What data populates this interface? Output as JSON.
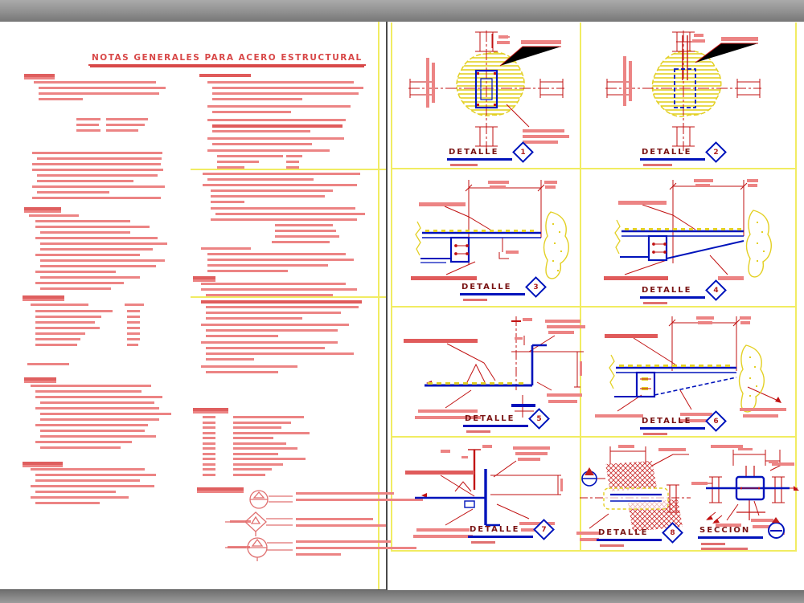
{
  "left_page": {
    "title": "NOTAS GENERALES PARA ACERO ESTRUCTURAL",
    "headings": [
      [
        92,
        30,
        38
      ],
      [
        258,
        30,
        46
      ],
      [
        368,
        28,
        52
      ],
      [
        470,
        30,
        40
      ],
      [
        575,
        28,
        50
      ],
      [
        344,
        240,
        28
      ],
      [
        508,
        240,
        44
      ],
      [
        607,
        245,
        58
      ]
    ],
    "lines": [
      [
        101,
        42,
        152
      ],
      [
        108,
        48,
        158
      ],
      [
        115,
        48,
        150
      ],
      [
        122,
        48,
        55
      ],
      [
        147,
        95,
        30
      ],
      [
        147,
        132,
        52
      ],
      [
        154,
        95,
        28
      ],
      [
        154,
        132,
        48
      ],
      [
        161,
        95,
        30
      ],
      [
        161,
        132,
        40
      ],
      [
        189,
        40,
        162
      ],
      [
        196,
        46,
        155
      ],
      [
        203,
        40,
        160
      ],
      [
        210,
        40,
        163
      ],
      [
        217,
        46,
        150
      ],
      [
        224,
        46,
        120
      ],
      [
        231,
        40,
        165
      ],
      [
        238,
        46,
        90
      ],
      [
        245,
        40,
        160
      ],
      [
        267,
        36,
        62
      ],
      [
        274,
        44,
        118
      ],
      [
        281,
        44,
        142
      ],
      [
        288,
        50,
        112
      ],
      [
        295,
        44,
        152
      ],
      [
        302,
        50,
        158
      ],
      [
        309,
        50,
        140
      ],
      [
        316,
        44,
        130
      ],
      [
        323,
        50,
        155
      ],
      [
        330,
        50,
        144
      ],
      [
        337,
        44,
        100
      ],
      [
        344,
        50,
        124
      ],
      [
        351,
        44,
        110
      ],
      [
        358,
        50,
        88
      ],
      [
        378,
        38,
        72
      ],
      [
        378,
        155,
        24
      ],
      [
        386,
        44,
        96
      ],
      [
        386,
        158,
        16
      ],
      [
        393,
        44,
        82
      ],
      [
        393,
        158,
        16
      ],
      [
        400,
        44,
        74
      ],
      [
        400,
        158,
        16
      ],
      [
        407,
        44,
        80
      ],
      [
        407,
        158,
        16
      ],
      [
        414,
        44,
        62
      ],
      [
        414,
        158,
        16
      ],
      [
        421,
        44,
        56
      ],
      [
        421,
        158,
        16
      ],
      [
        428,
        44,
        52
      ],
      [
        428,
        158,
        14
      ],
      [
        452,
        34,
        52
      ],
      [
        479,
        38,
        150
      ],
      [
        486,
        44,
        132
      ],
      [
        493,
        44,
        158
      ],
      [
        500,
        50,
        142
      ],
      [
        507,
        44,
        154
      ],
      [
        514,
        50,
        163
      ],
      [
        521,
        50,
        148
      ],
      [
        528,
        44,
        140
      ],
      [
        535,
        50,
        130
      ],
      [
        542,
        50,
        144
      ],
      [
        549,
        44,
        120
      ],
      [
        556,
        50,
        100
      ],
      [
        583,
        38,
        142
      ],
      [
        590,
        44,
        150
      ],
      [
        597,
        44,
        130
      ],
      [
        604,
        38,
        154
      ],
      [
        611,
        44,
        100
      ],
      [
        618,
        38,
        122
      ],
      [
        625,
        44,
        80
      ],
      [
        92,
        248,
        64,
        1
      ],
      [
        101,
        258,
        182
      ],
      [
        108,
        264,
        188
      ],
      [
        115,
        264,
        182
      ],
      [
        122,
        264,
        112
      ],
      [
        131,
        258,
        178
      ],
      [
        138,
        264,
        98
      ],
      [
        148,
        258,
        172
      ],
      [
        155,
        264,
        162,
        1
      ],
      [
        162,
        264,
        122
      ],
      [
        171,
        258,
        170
      ],
      [
        178,
        264,
        124
      ],
      [
        186,
        258,
        152
      ],
      [
        193,
        270,
        82
      ],
      [
        193,
        356,
        20
      ],
      [
        200,
        270,
        52
      ],
      [
        200,
        356,
        16
      ],
      [
        207,
        270,
        34
      ],
      [
        207,
        356,
        16
      ],
      [
        215,
        252,
        196
      ],
      [
        222,
        258,
        132
      ],
      [
        229,
        252,
        192
      ],
      [
        236,
        262,
        152
      ],
      [
        243,
        262,
        142
      ],
      [
        250,
        262,
        42
      ],
      [
        258,
        262,
        180
      ],
      [
        265,
        268,
        186
      ],
      [
        272,
        262,
        182
      ],
      [
        279,
        342,
        72
      ],
      [
        286,
        342,
        76
      ],
      [
        293,
        342,
        80
      ],
      [
        300,
        338,
        72
      ],
      [
        308,
        250,
        62
      ],
      [
        315,
        258,
        172
      ],
      [
        322,
        258,
        182
      ],
      [
        329,
        258,
        150
      ],
      [
        336,
        258,
        100
      ],
      [
        352,
        250,
        180
      ],
      [
        359,
        250,
        194
      ],
      [
        366,
        256,
        158
      ],
      [
        374,
        250,
        200,
        1
      ],
      [
        381,
        256,
        190
      ],
      [
        388,
        256,
        168
      ],
      [
        395,
        256,
        120
      ],
      [
        403,
        250,
        184
      ],
      [
        410,
        256,
        164
      ],
      [
        417,
        256,
        90
      ],
      [
        425,
        250,
        170
      ],
      [
        432,
        256,
        148
      ],
      [
        439,
        256,
        184
      ],
      [
        446,
        256,
        60
      ],
      [
        455,
        250,
        120
      ],
      [
        462,
        256,
        90
      ],
      [
        518,
        252,
        16
      ],
      [
        518,
        290,
        88
      ],
      [
        525,
        252,
        16
      ],
      [
        525,
        290,
        72
      ],
      [
        531,
        252,
        16
      ],
      [
        531,
        290,
        60
      ],
      [
        538,
        252,
        16
      ],
      [
        538,
        290,
        95
      ],
      [
        544,
        252,
        16
      ],
      [
        544,
        290,
        50
      ],
      [
        551,
        252,
        16
      ],
      [
        551,
        290,
        66
      ],
      [
        557,
        252,
        16
      ],
      [
        557,
        290,
        80
      ],
      [
        564,
        252,
        16
      ],
      [
        564,
        290,
        56
      ],
      [
        570,
        252,
        16
      ],
      [
        570,
        290,
        90
      ],
      [
        577,
        252,
        16
      ],
      [
        577,
        290,
        62
      ],
      [
        583,
        252,
        16
      ],
      [
        583,
        290,
        48
      ],
      [
        590,
        252,
        16
      ],
      [
        590,
        290,
        40
      ],
      [
        613,
        368,
        122
      ],
      [
        621,
        368,
        158
      ],
      [
        645,
        368,
        96
      ],
      [
        653,
        368,
        112
      ],
      [
        648,
        286,
        26
      ],
      [
        673,
        368,
        118
      ],
      [
        681,
        368,
        150
      ],
      [
        689,
        368,
        56
      ],
      [
        680,
        283,
        28
      ]
    ]
  },
  "details": [
    {
      "label": "DETALLE",
      "number": "1"
    },
    {
      "label": "DETALLE",
      "number": "2"
    },
    {
      "label": "DETALLE",
      "number": "3"
    },
    {
      "label": "DETALLE",
      "number": "4"
    },
    {
      "label": "DETALLE",
      "number": "5"
    },
    {
      "label": "DETALLE",
      "number": "6"
    },
    {
      "label": "DETALLE",
      "number": "7"
    },
    {
      "label": "DETALLE",
      "number": "8"
    },
    {
      "label": "SECCION",
      "number": ""
    }
  ],
  "colors": {
    "red_line": "#c11212",
    "text_red": "#ec8484",
    "blue": "#0013bb",
    "maroon": "#7a1414",
    "yellow_grid": "#f1ec62",
    "yellow_hatch": "#e3d024",
    "paper": "#ffffff",
    "backdrop": "#8c8c8c"
  }
}
